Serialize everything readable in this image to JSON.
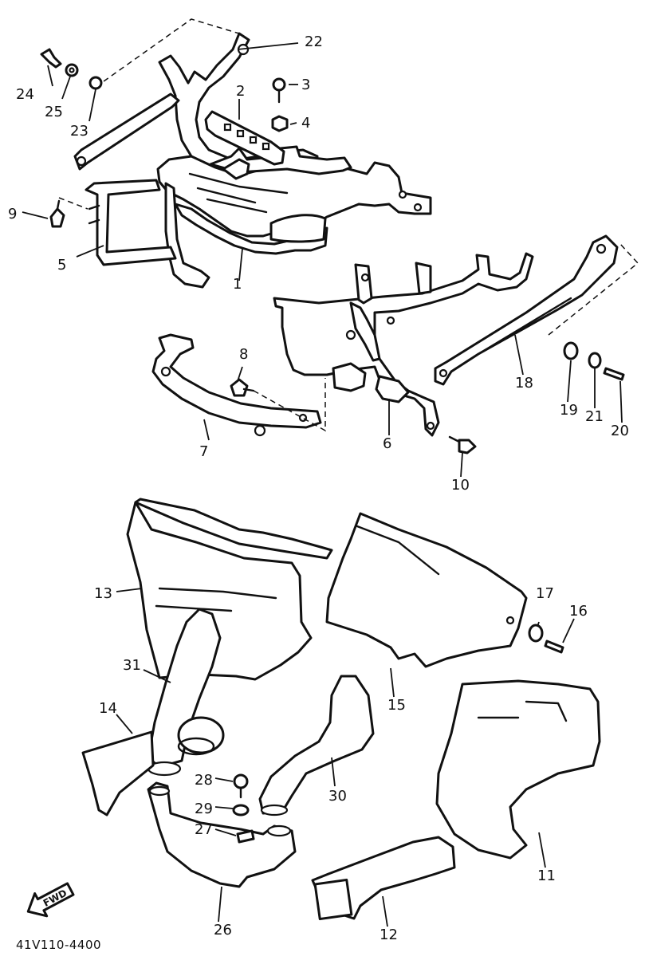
{
  "diagram": {
    "drawing_code": "41V110-4400",
    "direction_arrow_label": "FWD",
    "callouts": [
      "1",
      "2",
      "3",
      "4",
      "5",
      "6",
      "7",
      "8",
      "9",
      "10",
      "11",
      "12",
      "13",
      "14",
      "15",
      "16",
      "17",
      "18",
      "19",
      "20",
      "21",
      "22",
      "23",
      "24",
      "25",
      "26",
      "27",
      "28",
      "29",
      "30",
      "31"
    ]
  }
}
